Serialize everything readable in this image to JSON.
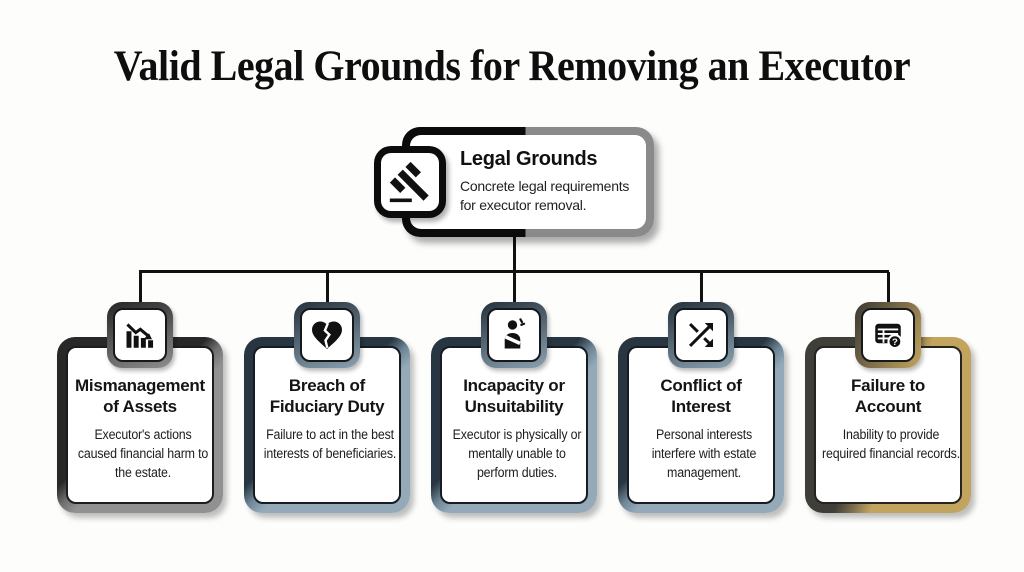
{
  "title": "Valid Legal Grounds for Removing an Executor",
  "root": {
    "title": "Legal Grounds",
    "description": "Concrete legal requirements for executor removal.",
    "icon": "gavel-icon"
  },
  "branches": [
    {
      "title": "Mismanagement of Assets",
      "description": "Executor's actions caused financial harm to the estate.",
      "icon": "declining-bar-chart-icon",
      "theme": "gray",
      "accent_dark": "#282828",
      "accent_light": "#919191"
    },
    {
      "title": "Breach of Fiduciary Duty",
      "description": "Failure to act in the best interests of beneficiaries.",
      "icon": "broken-heart-icon",
      "theme": "slate",
      "accent_dark": "#283641",
      "accent_light": "#94aab9"
    },
    {
      "title": "Incapacity or Unsuitability",
      "description": "Executor is physically or mentally unable to perform duties.",
      "icon": "injured-person-icon",
      "theme": "slate",
      "accent_dark": "#283641",
      "accent_light": "#94aab9"
    },
    {
      "title": "Conflict of Interest",
      "description": "Personal interests interfere with estate management.",
      "icon": "shuffle-arrows-icon",
      "theme": "slate",
      "accent_dark": "#283641",
      "accent_light": "#94aab9"
    },
    {
      "title": "Failure to Account",
      "description": "Inability to provide required financial records.",
      "icon": "spreadsheet-question-icon",
      "theme": "gold",
      "accent_dark": "#403e38",
      "accent_light": "#c2a45f"
    }
  ],
  "colors": {
    "background": "#fdfdfc",
    "connector_line": "#111111",
    "root_border_left": "#0b0b0b",
    "root_border_right": "#8a8a8a",
    "icon_ink": "#111111",
    "card_background": "#ffffff"
  }
}
